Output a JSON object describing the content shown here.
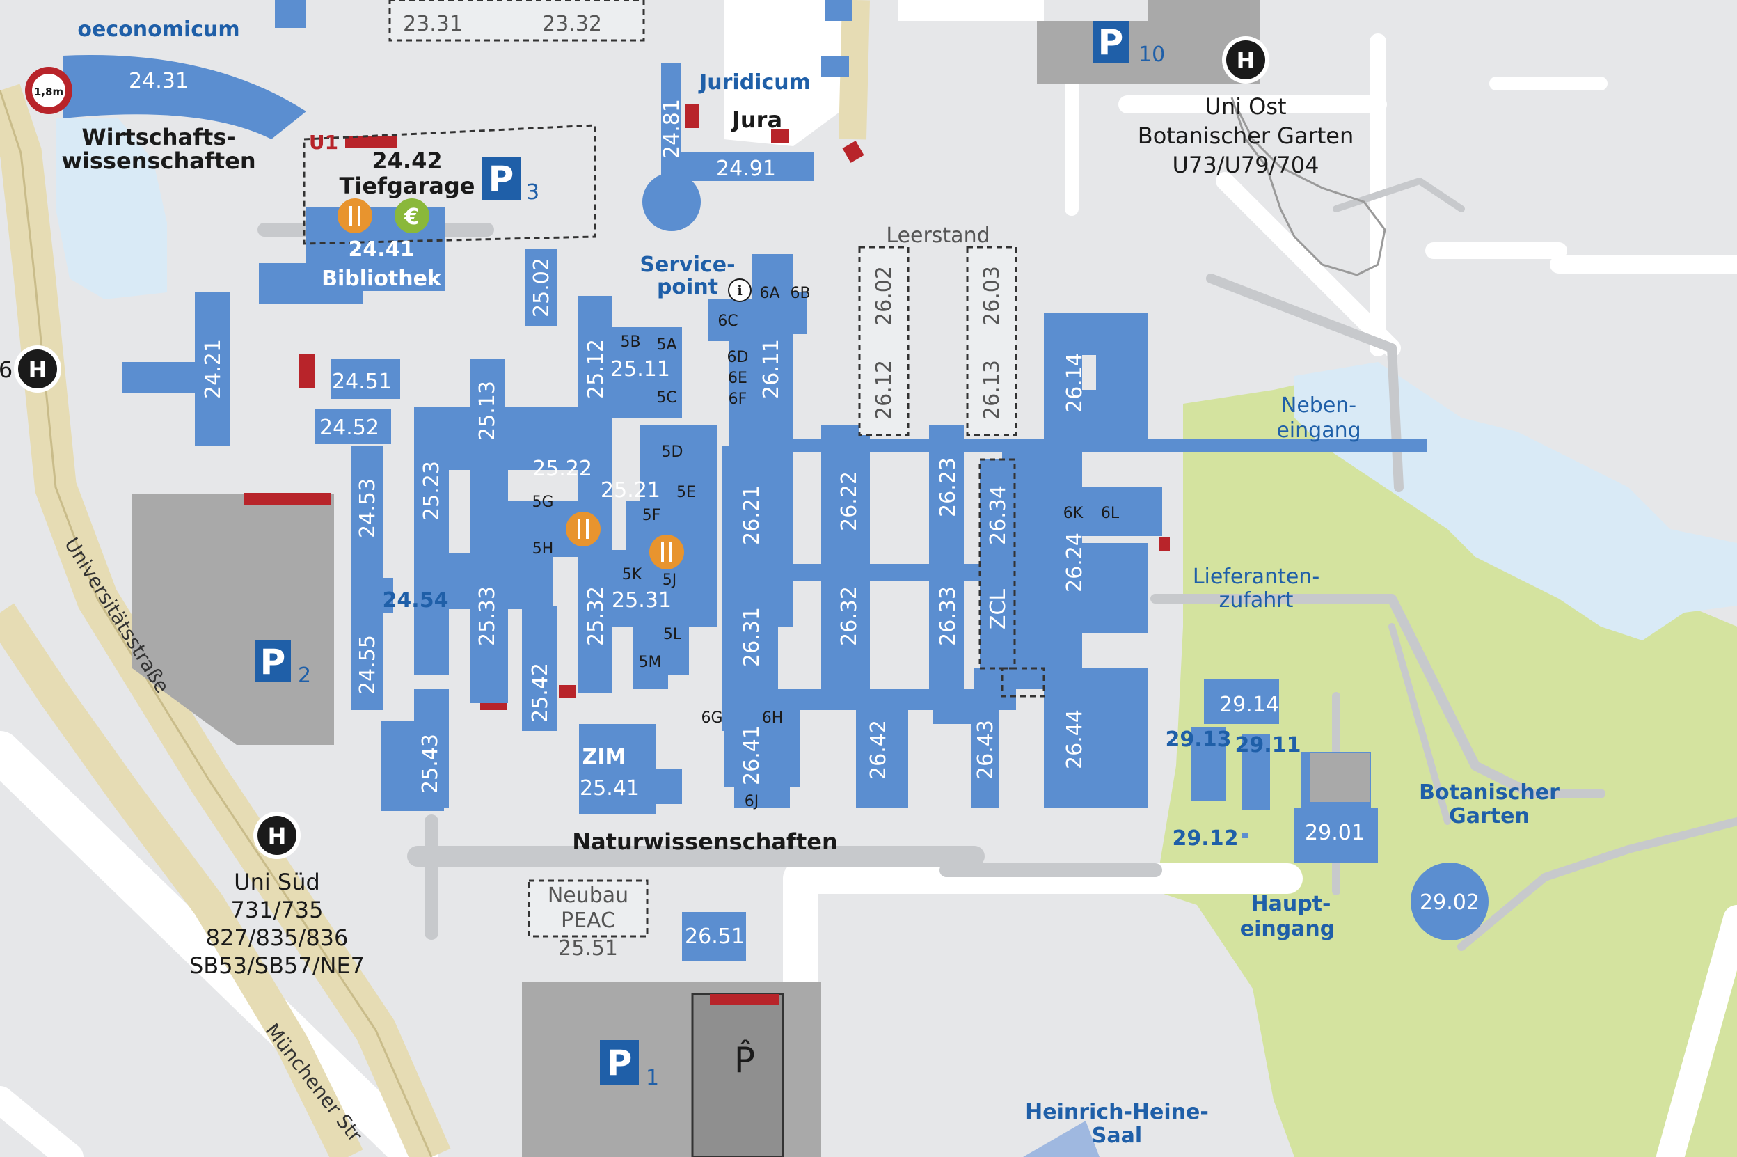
{
  "areas": {
    "oeconomicum": "oeconomicum",
    "wiwi_1": "Wirtschafts-",
    "wiwi_2": "wissenschaften",
    "juridicum": "Juridicum",
    "jura": "Jura",
    "tiefgarage_num": "24.42",
    "tiefgarage": "Tiefgarage",
    "bibliothek_num": "24.41",
    "bibliothek": "Bibliothek",
    "service_1": "Service-",
    "service_2": "point",
    "leerstand": "Leerstand",
    "naturwiss": "Naturwissenschaften",
    "neubau_1": "Neubau",
    "neubau_2": "PEAC",
    "neubau_3": "25.51",
    "neben_1": "Neben-",
    "neben_2": "eingang",
    "lief_1": "Lieferanten-",
    "lief_2": "zufahrt",
    "bot_1": "Botanischer",
    "bot_2": "Garten",
    "haupt_1": "Haupt-",
    "haupt_2": "eingang",
    "heine_1": "Heinrich-Heine-",
    "heine_2": "Saal",
    "zim": "ZIM",
    "u1": "U1",
    "height_limit": "1,8m"
  },
  "stops": {
    "ost_1": "Uni Ost",
    "ost_2": "Botanischer Garten",
    "ost_3": "U73/U79/704",
    "sued_1": "Uni Süd",
    "sued_2": "731/735",
    "sued_3": "827/835/836",
    "sued_4": "SB53/SB57/NE7",
    "h": "H",
    "h_partial": "6"
  },
  "parking": {
    "p": "P",
    "p1": "1",
    "p2": "2",
    "p3": "3",
    "p10": "10",
    "hat_p": "P̂"
  },
  "roads": {
    "uni": "Universitätsstraße",
    "muench": "Münchener Str"
  },
  "buildings": {
    "b2331": "23.31",
    "b2332": "23.32",
    "b2431": "24.31",
    "b2421": "24.21",
    "b2451": "24.51",
    "b2452": "24.52",
    "b2453": "24.53",
    "b2454": "24.54",
    "b2455": "24.55",
    "b2481": "24.81",
    "b2491": "24.91",
    "b2502": "25.02",
    "b2512": "25.12",
    "b2511": "25.11",
    "b2513": "25.13",
    "b2522": "25.22",
    "b2521": "25.21",
    "b2523": "25.23",
    "b2533": "25.33",
    "b2532": "25.32",
    "b2531": "25.31",
    "b2542": "25.42",
    "b2543": "25.43",
    "b2541": "25.41",
    "b2611": "26.11",
    "b2621": "26.21",
    "b2631": "26.31",
    "b2641": "26.41",
    "b2602": "26.02",
    "b2612": "26.12",
    "b2603": "26.03",
    "b2613": "26.13",
    "b2622": "26.22",
    "b2632": "26.32",
    "b2642": "26.42",
    "b2623": "26.23",
    "b2633": "26.33",
    "b2643": "26.43",
    "b2634": "26.34",
    "zcl": "ZCL",
    "b2614": "26.14",
    "b2624": "26.24",
    "b2644": "26.44",
    "b2651": "26.51",
    "b2914": "29.14",
    "b2913": "29.13",
    "b2911": "29.11",
    "b2912": "29.12",
    "b2901": "29.01",
    "b2902": "29.02"
  },
  "wings": {
    "w5a": "5A",
    "w5b": "5B",
    "w5c": "5C",
    "w5d": "5D",
    "w5e": "5E",
    "w5f": "5F",
    "w5g": "5G",
    "w5h": "5H",
    "w5k": "5K",
    "w5j": "5J",
    "w5l": "5L",
    "w5m": "5M",
    "w6a": "6A",
    "w6b": "6B",
    "w6c": "6C",
    "w6d": "6D",
    "w6e": "6E",
    "w6f": "6F",
    "w6g": "6G",
    "w6h": "6H",
    "w6j": "6J",
    "w6k": "6K",
    "w6l": "6L"
  },
  "icons": {
    "info": "i",
    "euro": "€",
    "food": "restaurant-icon"
  },
  "colors": {
    "background": "#e6e7e9",
    "road": "#ffffff",
    "building": "#5b8ed0",
    "garden": "#d4e39f",
    "water": "#d9eaf6",
    "street": "#e6dcb4",
    "parking_lot": "#a9a9a9",
    "label_blue": "#1f5fa8",
    "mark_red": "#b8242a"
  }
}
